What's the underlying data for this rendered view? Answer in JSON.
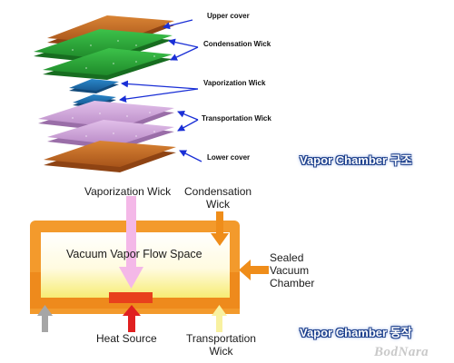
{
  "structure_labels": {
    "upper_cover": "Upper cover",
    "condensation_wick": "Condensation Wick",
    "vaporization_wick": "Vaporization Wick",
    "transportation_wick": "Transportation Wick",
    "lower_cover": "Lower cover"
  },
  "captions": {
    "structure": "Vapor Chamber 구조",
    "operation": "Vapor Chamber 동작"
  },
  "operation_labels": {
    "vaporization_wick": "Vaporization Wick",
    "condensation_wick_line1": "Condensation",
    "condensation_wick_line2": "Wick",
    "flow_space": "Vacuum Vapor Flow Space",
    "sealed_line1": "Sealed",
    "sealed_line2": "Vacuum",
    "sealed_line3": "Chamber",
    "heat_source": "Heat Source",
    "transportation_line1": "Transportation",
    "transportation_line2": "Wick"
  },
  "watermark": "BodNara",
  "colors": {
    "cover": "#c96a1e",
    "condensation": "#2fa83a",
    "vaporization": "#1f6fb5",
    "transportation": "#d5a9de",
    "arrow_blue": "#1a2fd6",
    "chamber_orange": "#f39a2c",
    "heat_red": "#e02020",
    "caption_blue": "#2e5fc7"
  }
}
